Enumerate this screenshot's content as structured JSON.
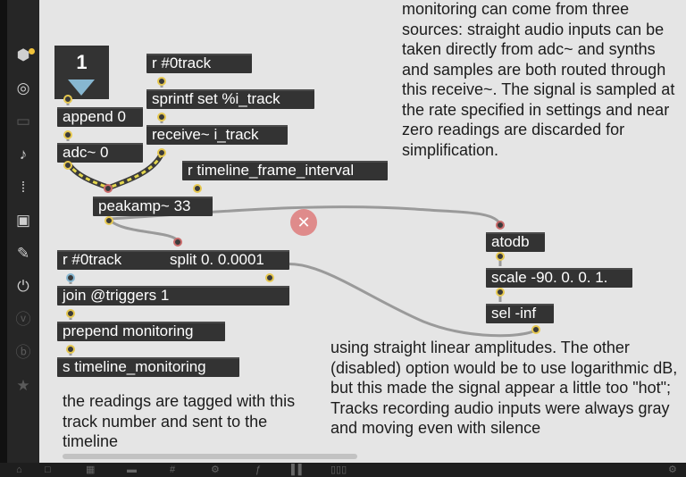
{
  "sidebar": {
    "icons": [
      {
        "name": "cube-badge-icon",
        "glyph": "⬢",
        "dim": false
      },
      {
        "name": "target-icon",
        "glyph": "◎",
        "dim": false
      },
      {
        "name": "keyboard-icon",
        "glyph": "▭",
        "dim": true
      },
      {
        "name": "music-note-icon",
        "glyph": "♪",
        "dim": false
      },
      {
        "name": "step-grid-icon",
        "glyph": "⁞",
        "dim": false
      },
      {
        "name": "image-icon",
        "glyph": "▣",
        "dim": false
      },
      {
        "name": "paperclip-icon",
        "glyph": "✎",
        "dim": false
      },
      {
        "name": "plug-icon",
        "glyph": "⏻",
        "dim": false
      },
      {
        "name": "v-circle-icon",
        "glyph": "ⓥ",
        "dim": true
      },
      {
        "name": "b-circle-icon",
        "glyph": "ⓑ",
        "dim": true
      },
      {
        "name": "star-icon",
        "glyph": "★",
        "dim": true
      }
    ]
  },
  "patch": {
    "message_number": "1",
    "objects": {
      "append": "append 0",
      "adc": "adc~ 0",
      "r_track_top": "r #0track",
      "sprintf": "sprintf set %i_track",
      "receive": "receive~ i_track",
      "r_frame_interval": "r timeline_frame_interval",
      "peakamp": "peakamp~ 33",
      "r_track_mid": "r #0track",
      "split": "split 0. 0.0001",
      "join": "join @triggers 1",
      "prepend": "prepend monitoring",
      "s_monitoring": "s timeline_monitoring",
      "atodb": "atodb",
      "scale": "scale -90. 0. 0. 1.",
      "sel": "sel -inf"
    },
    "comments": {
      "top_right": "monitoring can come from three sources: straight audio inputs can be taken directly from adc~ and synths and samples are both routed through this receive~. The signal is sampled at the rate specified in settings and near zero readings are discarded for simplification.",
      "bottom_left": "the readings are tagged with this track number and sent to the timeline",
      "bottom_right": "using straight linear amplitudes. The other (disabled) option would be to use logarithmic dB, but this made the signal appear a little too \"hot\"; Tracks recording audio inputs were always gray and moving even with silence"
    },
    "delete_button_glyph": "✕"
  },
  "colors": {
    "canvas": "#e5e5e5",
    "object": "#333333",
    "inlet_ring": "#c86a6a",
    "outlet_ring": "#e6c850",
    "cord": "#9a9a9a",
    "signal_cord": "#e3d64d",
    "message_triangle": "#87b7d1"
  }
}
